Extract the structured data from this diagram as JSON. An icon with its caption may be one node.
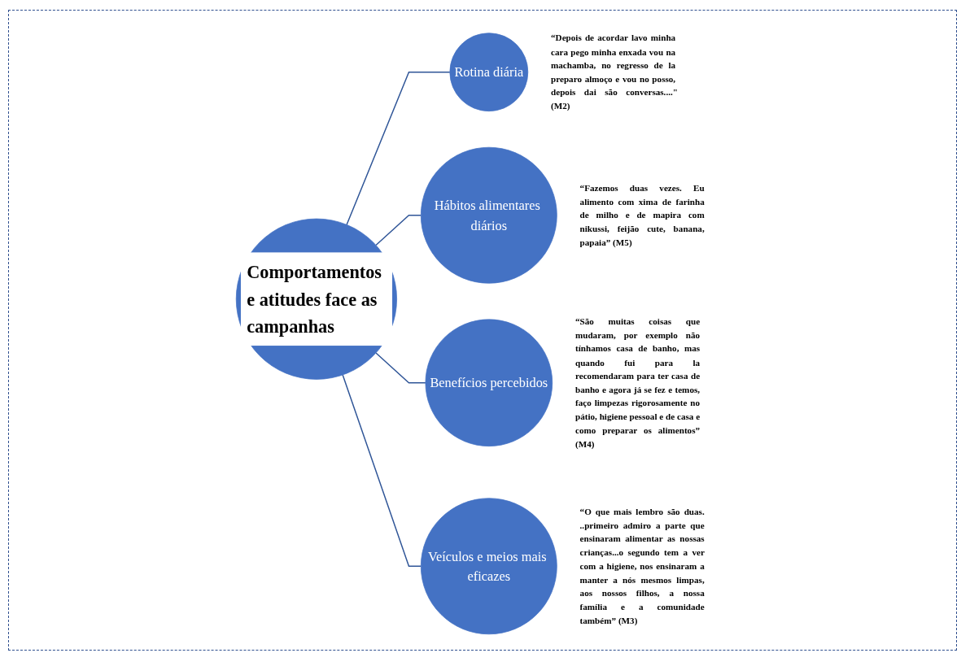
{
  "diagram": {
    "nodes": [
      {
        "text": [
          "Comportamentos e atitudes face as campanhas"
        ]
      },
      {
        "text": [
          "Rotina diária"
        ],
        "beside": [
          "“Depois de acordar lavo minha cara pego minha enxada vou na machamba, no regresso de la preparo almoço e vou no posso, depois dai são conversas....\"(M2)"
        ]
      },
      {
        "text": [
          "Hábitos alimentares diários"
        ],
        "beside": [
          "“Fazemos duas vezes. Eu alimento com xima de farinha de milho e de mapira com nikussi, feijão cute, banana, papaia” (M5)"
        ]
      },
      {
        "text": [
          "Benefícios percebidos"
        ],
        "beside": [
          "“São muitas coisas que mudaram, por exemplo não tínhamos casa de banho, mas quando fui para la recomendaram para ter casa de banho e agora já se fez e temos, faço limpezas rigorosamente no pátio, higiene pessoal e de casa e como preparar os alimentos” (M4)"
        ]
      },
      {
        "text": [
          "Veículos e meios mais eficazes"
        ],
        "beside": [
          "“O que mais lembro são duas. ..primeiro admiro a parte que ensinaram alimentar as nossas crianças...o segundo tem a ver com a higiene, nos ensinaram a manter a nós mesmos limpas, aos nossos filhos, a nossa família e a comunidade também” (M3)"
        ]
      }
    ],
    "edges": [
      {
        "from": 0,
        "to": 1,
        "arrow": "none"
      },
      {
        "from": 0,
        "to": 2,
        "arrow": "none"
      },
      {
        "from": 0,
        "to": 3,
        "arrow": "none"
      },
      {
        "from": 0,
        "to": 4,
        "arrow": "none"
      }
    ]
  }
}
